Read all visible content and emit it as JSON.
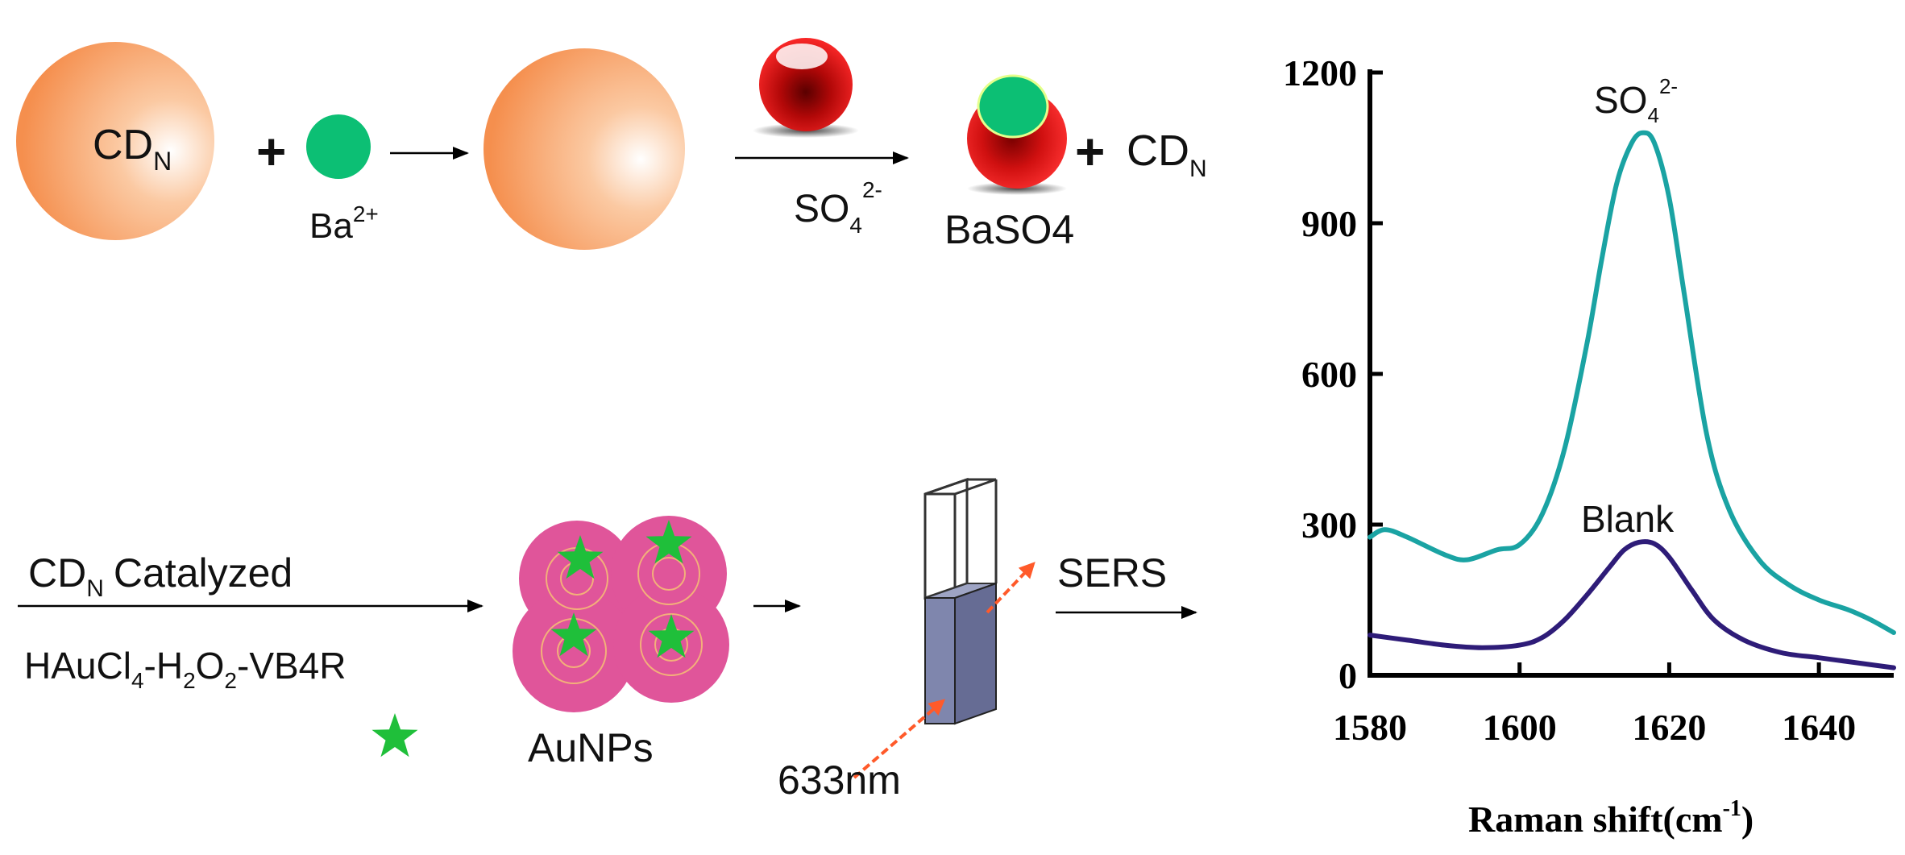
{
  "scheme": {
    "cdn_base": "CD",
    "cdn_sub": "N",
    "plus": "+",
    "ba_base": "Ba",
    "ba_sup": "2+",
    "so4_base": "SO",
    "so4_sub": "4",
    "so4_sup": "2-",
    "baso4": "BaSO4",
    "catalyzed": "Catalyzed",
    "reagent_parts": [
      "HAuCl",
      "4",
      "-H",
      "2",
      "O",
      "2",
      "-VB4R"
    ],
    "aunps": "AuNPs",
    "laser": "633nm",
    "sers": "SERS"
  },
  "colors": {
    "cd_particle": "#f7a36a",
    "barium": "#0cbf74",
    "sulfate": "#e01010",
    "aunp": "#e0559a",
    "star": "#1fbf3a",
    "cuvette": "#7f86ad",
    "laser": "#ff5a2a",
    "so4_trace": "#1aa3a3",
    "blank_trace": "#2e1c78"
  },
  "chart_data": {
    "type": "line",
    "xlabel_main": "Raman shift(cm",
    "xlabel_sup": "-1",
    "xlabel_close": ")",
    "xlim": [
      1580,
      1650
    ],
    "ylim": [
      0,
      1200
    ],
    "xticks": [
      1580,
      1600,
      1620,
      1640
    ],
    "yticks": [
      0,
      300,
      600,
      900,
      1200
    ],
    "series": [
      {
        "name": "SO4 2-",
        "label_base": "SO",
        "label_sub": "4",
        "label_sup": "2-",
        "color": "#1aa3a3",
        "x": [
          1580,
          1582,
          1585,
          1590,
          1593,
          1597,
          1600,
          1603,
          1606,
          1609,
          1611,
          1613,
          1615,
          1616.5,
          1618,
          1620,
          1622,
          1625,
          1628,
          1632,
          1636,
          1640,
          1644,
          1647,
          1650
        ],
        "y": [
          275,
          290,
          275,
          240,
          230,
          250,
          260,
          320,
          450,
          660,
          830,
          980,
          1060,
          1080,
          1060,
          950,
          760,
          480,
          330,
          230,
          180,
          150,
          130,
          110,
          85
        ]
      },
      {
        "name": "Blank",
        "label": "Blank",
        "color": "#2e1c78",
        "x": [
          1580,
          1585,
          1590,
          1595,
          1600,
          1603,
          1606,
          1609,
          1612,
          1614,
          1616,
          1618,
          1620,
          1623,
          1626,
          1630,
          1635,
          1640,
          1645,
          1650
        ],
        "y": [
          80,
          70,
          60,
          55,
          60,
          75,
          110,
          160,
          215,
          250,
          265,
          262,
          235,
          170,
          110,
          70,
          45,
          35,
          25,
          15
        ]
      }
    ]
  }
}
